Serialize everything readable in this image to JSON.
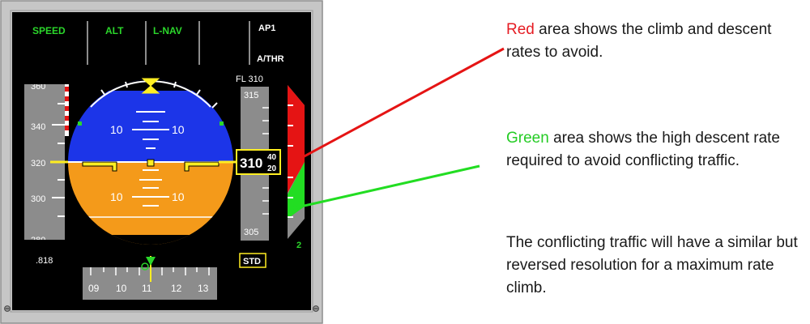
{
  "fma": {
    "speed": "SPEED",
    "alt": "ALT",
    "lnav": "L-NAV",
    "ap": "AP1",
    "athr": "A/THR"
  },
  "speed_tape": {
    "labels": [
      "360",
      "340",
      "320",
      "300",
      "280"
    ],
    "mach": ".818"
  },
  "attitude": {
    "pitch_labels": [
      "10",
      "10",
      "10",
      "10"
    ]
  },
  "altitude": {
    "selected": "FL 310",
    "tape_labels": [
      "315",
      "305"
    ],
    "current": "310",
    "current_low": [
      "40",
      "20"
    ],
    "baro": "STD"
  },
  "vsi": {
    "value": "2"
  },
  "heading": {
    "labels": [
      "09",
      "10",
      "11",
      "12",
      "13"
    ]
  },
  "colors": {
    "bezel": "#c6c6c6",
    "screen": "#000000",
    "sky": "#1c35e8",
    "ground": "#f49a1a",
    "fma_green": "#2bd62b",
    "tape": "#8c8c8c",
    "vsi_red": "#e51414",
    "vsi_green": "#22dd22",
    "caption_red": "#e51c23",
    "caption_green": "#25cc25"
  },
  "captions": {
    "red_keyword": "Red",
    "red_text": " area shows the climb and descent rates to avoid.",
    "green_keyword": "Green",
    "green_text": " area shows the high descent rate required to avoid conflicting traffic.",
    "traffic_text": "The conflicting traffic will have a similar but reversed resolution for a maximum rate climb."
  }
}
